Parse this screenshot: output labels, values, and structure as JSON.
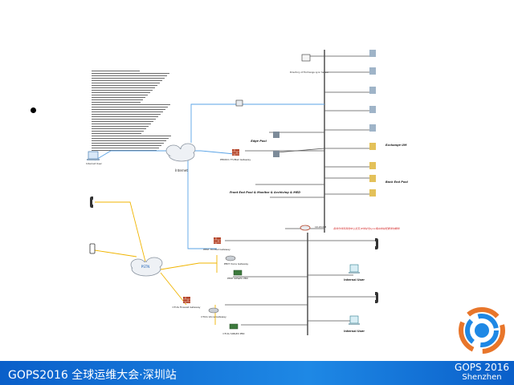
{
  "footer": {
    "title": "GOPS2016 全球运维大会·深圳站",
    "brand_year": "GOPS 2016",
    "brand_city": "Shenzhen"
  },
  "colors": {
    "footer_blue": "#1e88e5",
    "internet_line": "#5aa3e6",
    "pstn_line": "#f0b400",
    "backbone": "#444444",
    "firewall": "#b5462b",
    "alert_text": "#d11a1a"
  },
  "diagram": {
    "labels": {
      "internet": "Internet",
      "pstn": "PSTN",
      "edge_pool": "Edge Pool",
      "sql_pool": "Exchange UM",
      "backend_pool": "Back End Pool",
      "frontend_pool": "Front End Pool & Monitor & Archiving & MED",
      "internal_user_1": "Internal User",
      "internal_user_2": "Internal User",
      "internet_user": "Internet User",
      "firewall_1": "PEKDC1 ThrMail Gateway",
      "firewall_2": "PEKT ThrMail Gateway",
      "firewall_3": "CTUG Firewall Gateway",
      "voice_gw_1": "PEKT Voice Gateway",
      "voice_gw_2": "CTUG Voice Gateway",
      "sip_1": "PEKT SIP&EX PBX",
      "sip_2": "CTUG SIP&EX PBX",
      "red_note": "各地分线到其他中心交互,IP地址与Lync路由地址配置请勿删除",
      "directory": "Directory of Exchange Lync Server",
      "core_ip": "10.20.0.8"
    }
  }
}
